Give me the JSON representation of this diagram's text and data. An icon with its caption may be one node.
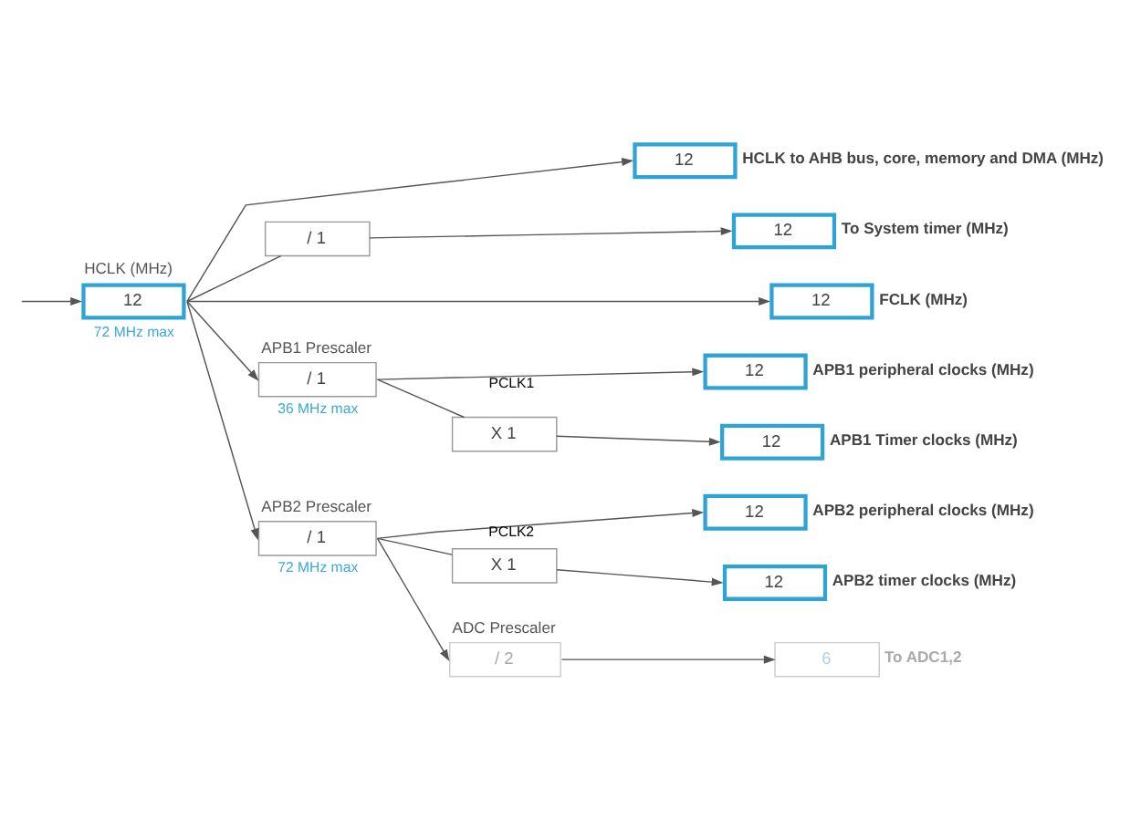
{
  "diagram": {
    "nodes": [
      {
        "text": [
          "HCLK (MHz)",
          "12"
        ],
        "beside": [
          "72 MHz max"
        ]
      },
      {
        "text": [
          "12"
        ],
        "beside": [
          "HCLK to AHB bus, core, memory and DMA (MHz)"
        ]
      },
      {
        "text": [
          "/ 1"
        ]
      },
      {
        "text": [
          "12"
        ],
        "beside": [
          "To System timer (MHz)"
        ]
      },
      {
        "text": [
          "12"
        ],
        "beside": [
          "FCLK (MHz)"
        ]
      },
      {
        "text": [
          "APB1 Prescaler",
          "/ 1"
        ],
        "beside": [
          "36 MHz max"
        ]
      },
      {
        "text": [
          "12"
        ],
        "beside": [
          "APB1 peripheral clocks (MHz)"
        ]
      },
      {
        "text": [
          "X 1"
        ]
      },
      {
        "text": [
          "12"
        ],
        "beside": [
          "APB1 Timer clocks (MHz)"
        ]
      },
      {
        "text": [
          "APB2 Prescaler",
          "/ 1"
        ],
        "beside": [
          "72 MHz max"
        ]
      },
      {
        "text": [
          "12"
        ],
        "beside": [
          "APB2 peripheral clocks (MHz)"
        ]
      },
      {
        "text": [
          "X 1"
        ]
      },
      {
        "text": [
          "12"
        ],
        "beside": [
          "APB2 timer clocks (MHz)"
        ]
      },
      {
        "text": [
          "ADC Prescaler",
          "/ 2"
        ]
      },
      {
        "text": [
          "6"
        ],
        "beside": [
          "To ADC1,2"
        ]
      }
    ],
    "edges": [
      {
        "from": null,
        "to": 0,
        "arrow": "to"
      },
      {
        "from": 0,
        "to": 1,
        "arrow": "to"
      },
      {
        "from": 0,
        "to": 2,
        "arrow": "none"
      },
      {
        "from": 2,
        "to": 3,
        "arrow": "to"
      },
      {
        "from": 0,
        "to": 4,
        "arrow": "to"
      },
      {
        "from": 0,
        "to": 5,
        "arrow": "to"
      },
      {
        "from": 0,
        "to": 9,
        "arrow": "to"
      },
      {
        "from": 5,
        "to": 6,
        "arrow": "to",
        "label": "PCLK1"
      },
      {
        "from": 5,
        "to": 7,
        "arrow": "none"
      },
      {
        "from": 7,
        "to": 8,
        "arrow": "to"
      },
      {
        "from": 9,
        "to": 10,
        "arrow": "to",
        "label": "PCLK2"
      },
      {
        "from": 9,
        "to": 11,
        "arrow": "none"
      },
      {
        "from": 11,
        "to": 12,
        "arrow": "to"
      },
      {
        "from": 9,
        "to": 13,
        "arrow": "to"
      },
      {
        "from": 13,
        "to": 14,
        "arrow": "to"
      }
    ]
  }
}
